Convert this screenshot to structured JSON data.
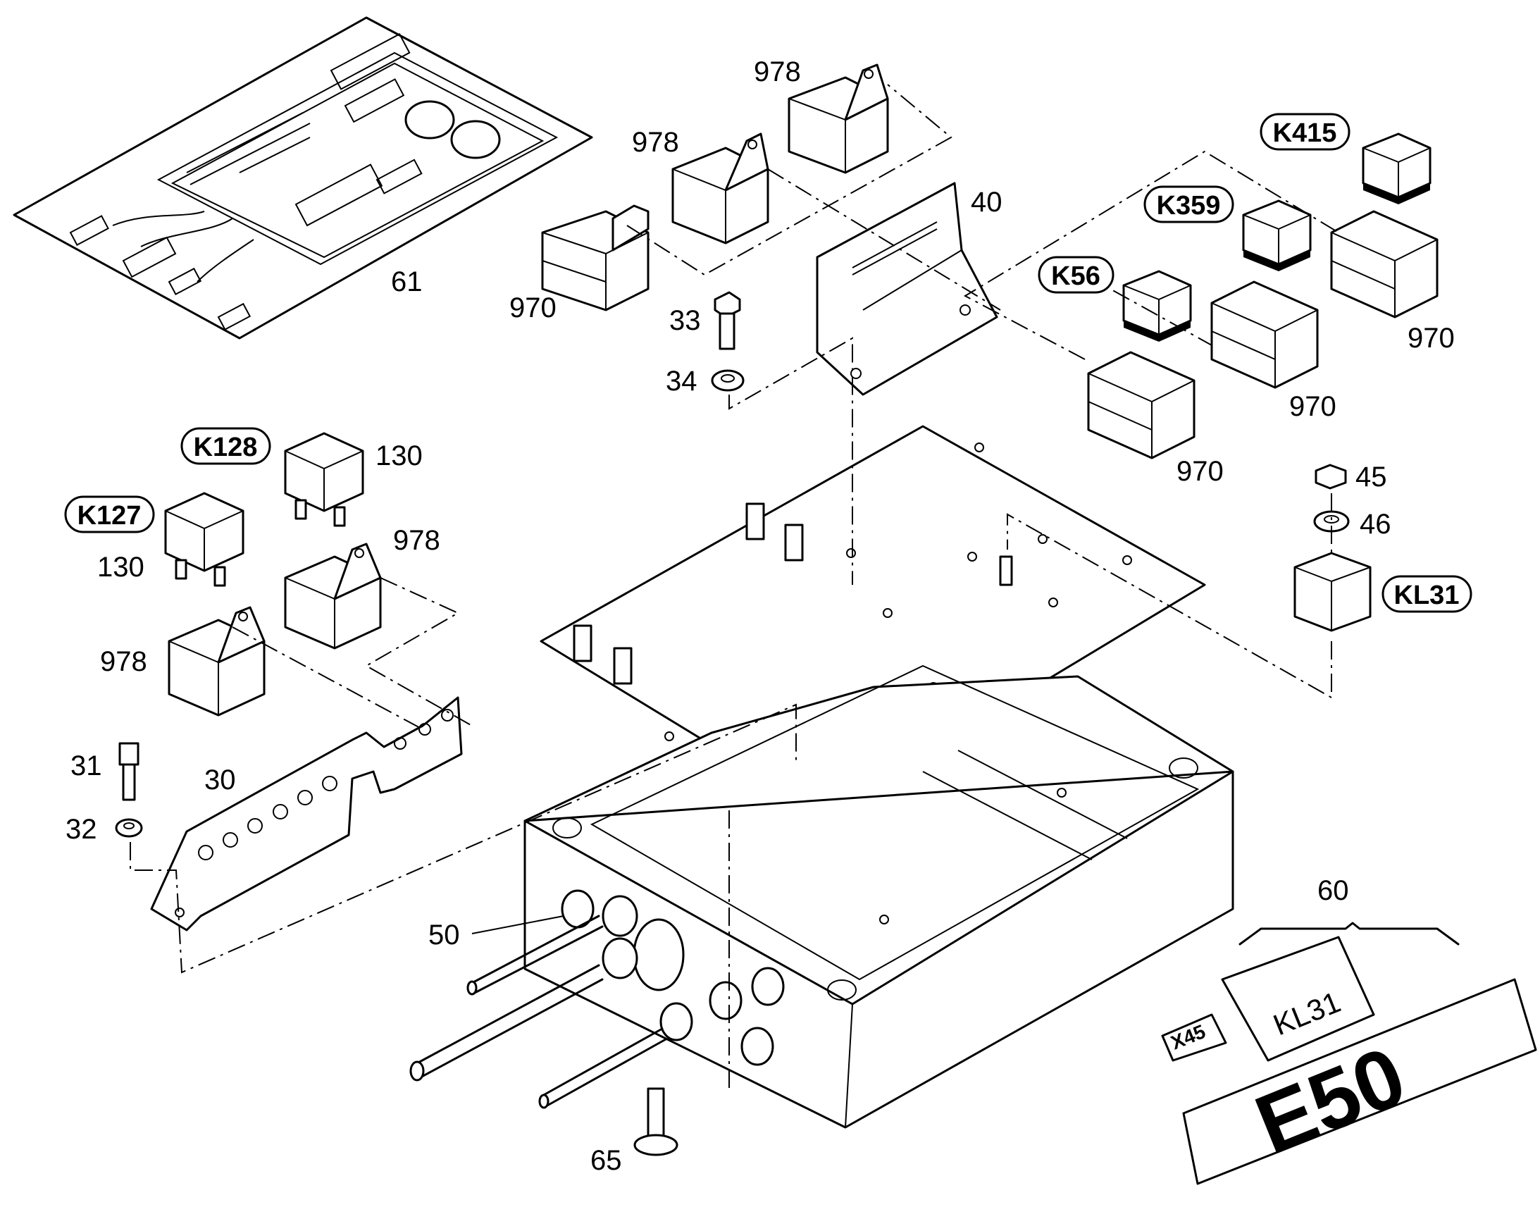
{
  "callouts": {
    "c61": "61",
    "c970_a": "970",
    "c978_a": "978",
    "c978_b": "978",
    "c40": "40",
    "c33": "33",
    "c34": "34",
    "c970_b": "970",
    "c970_c": "970",
    "c970_d": "970",
    "c45": "45",
    "c46": "46",
    "c130_a": "130",
    "c130_b": "130",
    "c978_c": "978",
    "c978_d": "978",
    "c31": "31",
    "c32": "32",
    "c30": "30",
    "c50": "50",
    "c65": "65",
    "c60": "60"
  },
  "relay_tags": {
    "k415": "K415",
    "k359": "K359",
    "k56": "K56",
    "k128": "K128",
    "k127": "K127",
    "kl31": "KL31"
  },
  "label_sheet": {
    "x45": "X45",
    "kl31": "KL31",
    "e50": "E50"
  }
}
